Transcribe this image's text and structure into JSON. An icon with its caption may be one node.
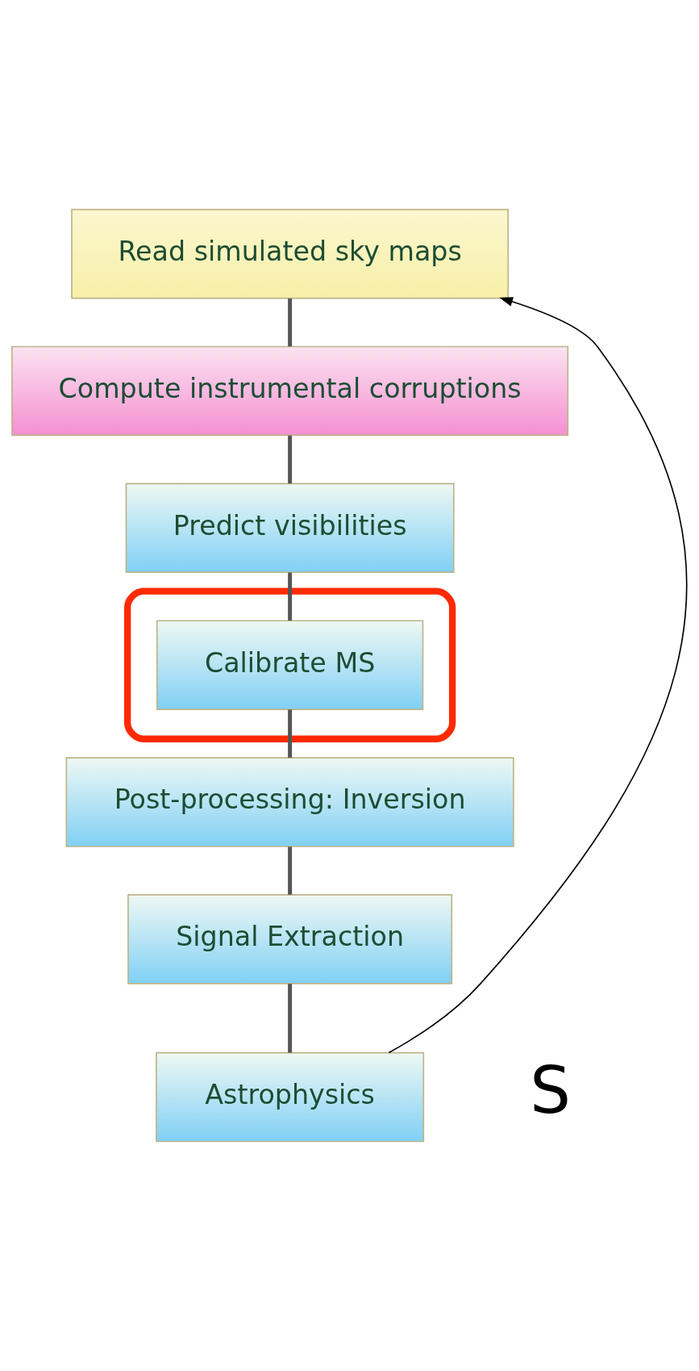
{
  "diagram": {
    "nodes": [
      {
        "text": [
          "Read simulated sky maps"
        ]
      },
      {
        "text": [
          "Compute instrumental corruptions"
        ]
      },
      {
        "text": [
          "Predict visibilities"
        ]
      },
      {
        "text": [],
        "shape": "ellipse"
      },
      {
        "text": [
          "Calibrate MS"
        ],
        "in": 3
      },
      {
        "text": [
          "Post-processing: Inversion"
        ]
      },
      {
        "text": [
          "Signal Extraction"
        ]
      },
      {
        "text": [
          "Astrophysics"
        ]
      }
    ],
    "edges": [
      {
        "from": 0,
        "to": 1,
        "arrow": "none"
      },
      {
        "from": 1,
        "to": 2,
        "arrow": "none"
      },
      {
        "from": 2,
        "to": 4,
        "arrow": "none"
      },
      {
        "from": 4,
        "to": 5,
        "arrow": "none"
      },
      {
        "from": 5,
        "to": 6,
        "arrow": "none"
      },
      {
        "from": 6,
        "to": 7,
        "arrow": "none"
      },
      {
        "from": 7,
        "to": 0,
        "arrow": "to"
      }
    ],
    "labels": [
      "S"
    ]
  }
}
